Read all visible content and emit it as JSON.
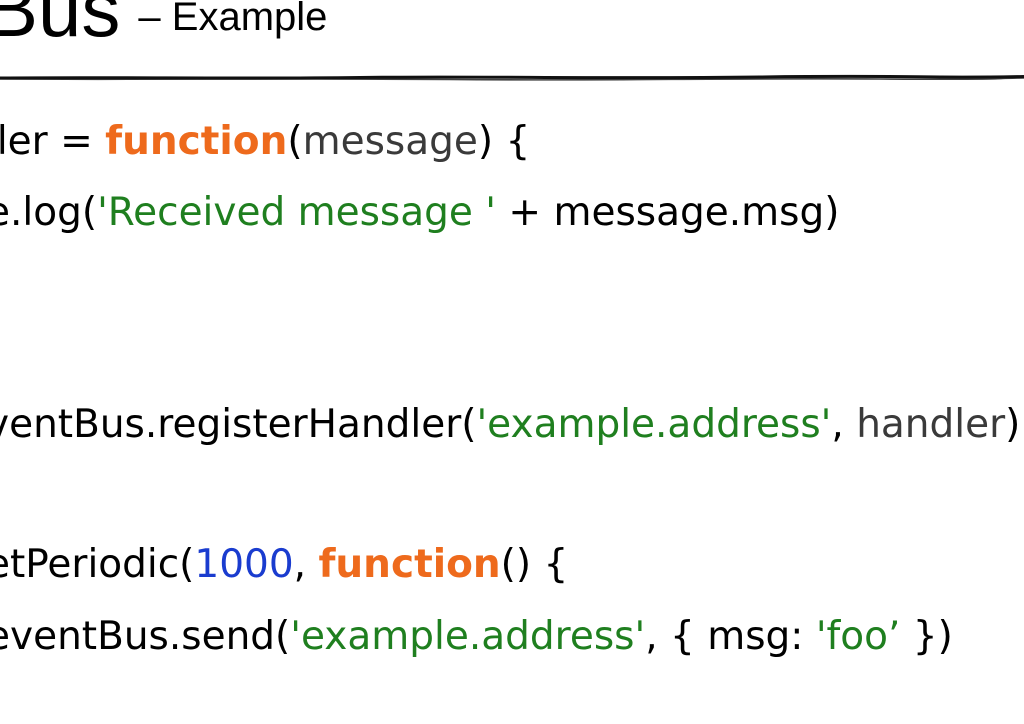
{
  "slide": {
    "title_main": "Bus",
    "title_sub": "– Example"
  },
  "colors": {
    "keyword": "#ee6a1c",
    "string": "#1f7f1f",
    "number": "#1a3ccf",
    "identifier": "#3a3a3a",
    "plain": "#000000"
  },
  "code": {
    "line1": {
      "pre": "ller = ",
      "kw": "function",
      "open": "(",
      "param": "message",
      "post": ") {"
    },
    "line2": {
      "pre": "e.log(",
      "str": "'Received message '",
      "post": " + message.msg)"
    },
    "line3": {
      "pre": "ventBus.registerHandler(",
      "str": "'example.address'",
      "sep": ", ",
      "ident": "handler",
      "post": ")"
    },
    "line4": {
      "pre": "etPeriodic(",
      "num": "1000",
      "sep": ", ",
      "kw": "function",
      "post": "() {"
    },
    "line5": {
      "pre": "eventBus.send(",
      "str1": "'example.address'",
      "mid": ", { msg: ",
      "str2": "'foo’",
      "post": " })"
    }
  }
}
